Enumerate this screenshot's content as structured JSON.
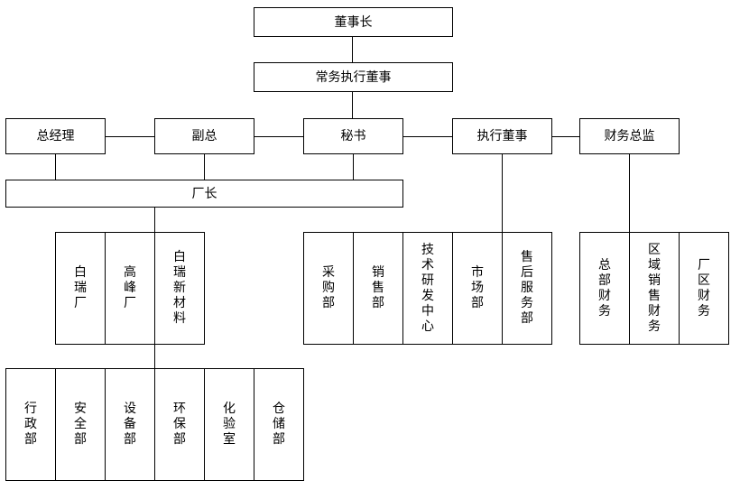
{
  "org": {
    "chairman": "董事长",
    "exec_vice_chairman": "常务执行董事",
    "general_manager": "总经理",
    "deputy_gm": "副总",
    "secretary": "秘书",
    "executive_director": "执行董事",
    "finance_director": "财务总监",
    "factory_director": "厂长",
    "plants": [
      "白瑞厂",
      "高峰厂",
      "白瑞新材料"
    ],
    "plant_depts": [
      "行政部",
      "安全部",
      "设备部",
      "环保部",
      "化验室",
      "仓储部"
    ],
    "exec_depts": [
      "采购部",
      "销售部",
      "技术研发中心",
      "市场部",
      "售后服务部"
    ],
    "finance_depts": [
      "总部财务",
      "区域销售财务",
      "厂区财务"
    ]
  }
}
